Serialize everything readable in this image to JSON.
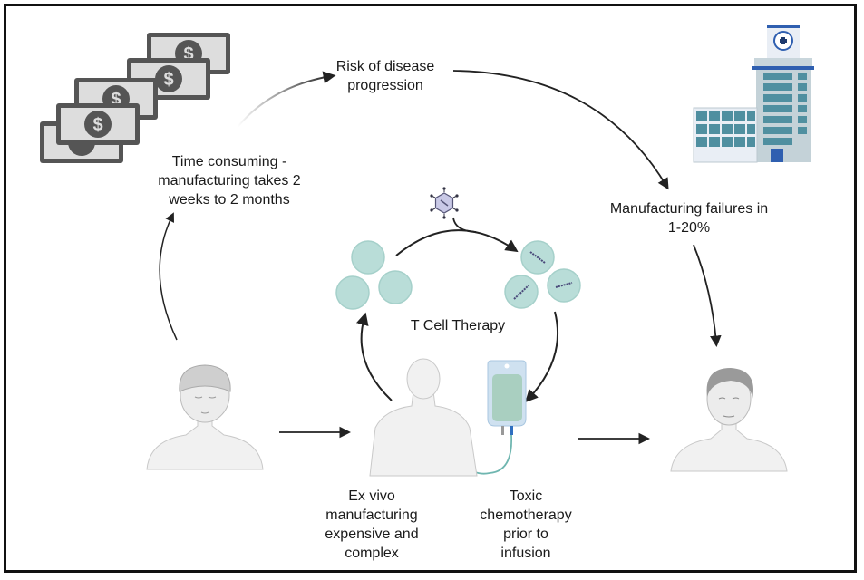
{
  "diagram": {
    "title": "T Cell Therapy",
    "labels": {
      "risk": [
        "Risk of disease",
        "progression"
      ],
      "time": [
        "Time consuming -",
        "manufacturing takes 2",
        "weeks to 2 months"
      ],
      "failures": [
        "Manufacturing failures in",
        "1-20%"
      ],
      "exvivo": [
        "Ex vivo",
        "manufacturing",
        "expensive and",
        "complex"
      ],
      "toxic": [
        "Toxic",
        "chemotherapy",
        "prior to",
        "infusion"
      ]
    },
    "icons": [
      "money-stack-icon",
      "hospital-icon",
      "viral-vector-icon",
      "t-cells-icon",
      "engineered-t-cells-icon",
      "iv-bag-icon",
      "patient-sick-icon",
      "patient-treatment-icon",
      "patient-healthy-icon"
    ],
    "colors": {
      "cell_fill": "#b9ddd8",
      "cell_stroke": "#8fc4bd",
      "hospital_window": "#4f8fa0",
      "hospital_accent": "#2f5fb0",
      "money": "#555555",
      "arrow": "#222222"
    }
  }
}
